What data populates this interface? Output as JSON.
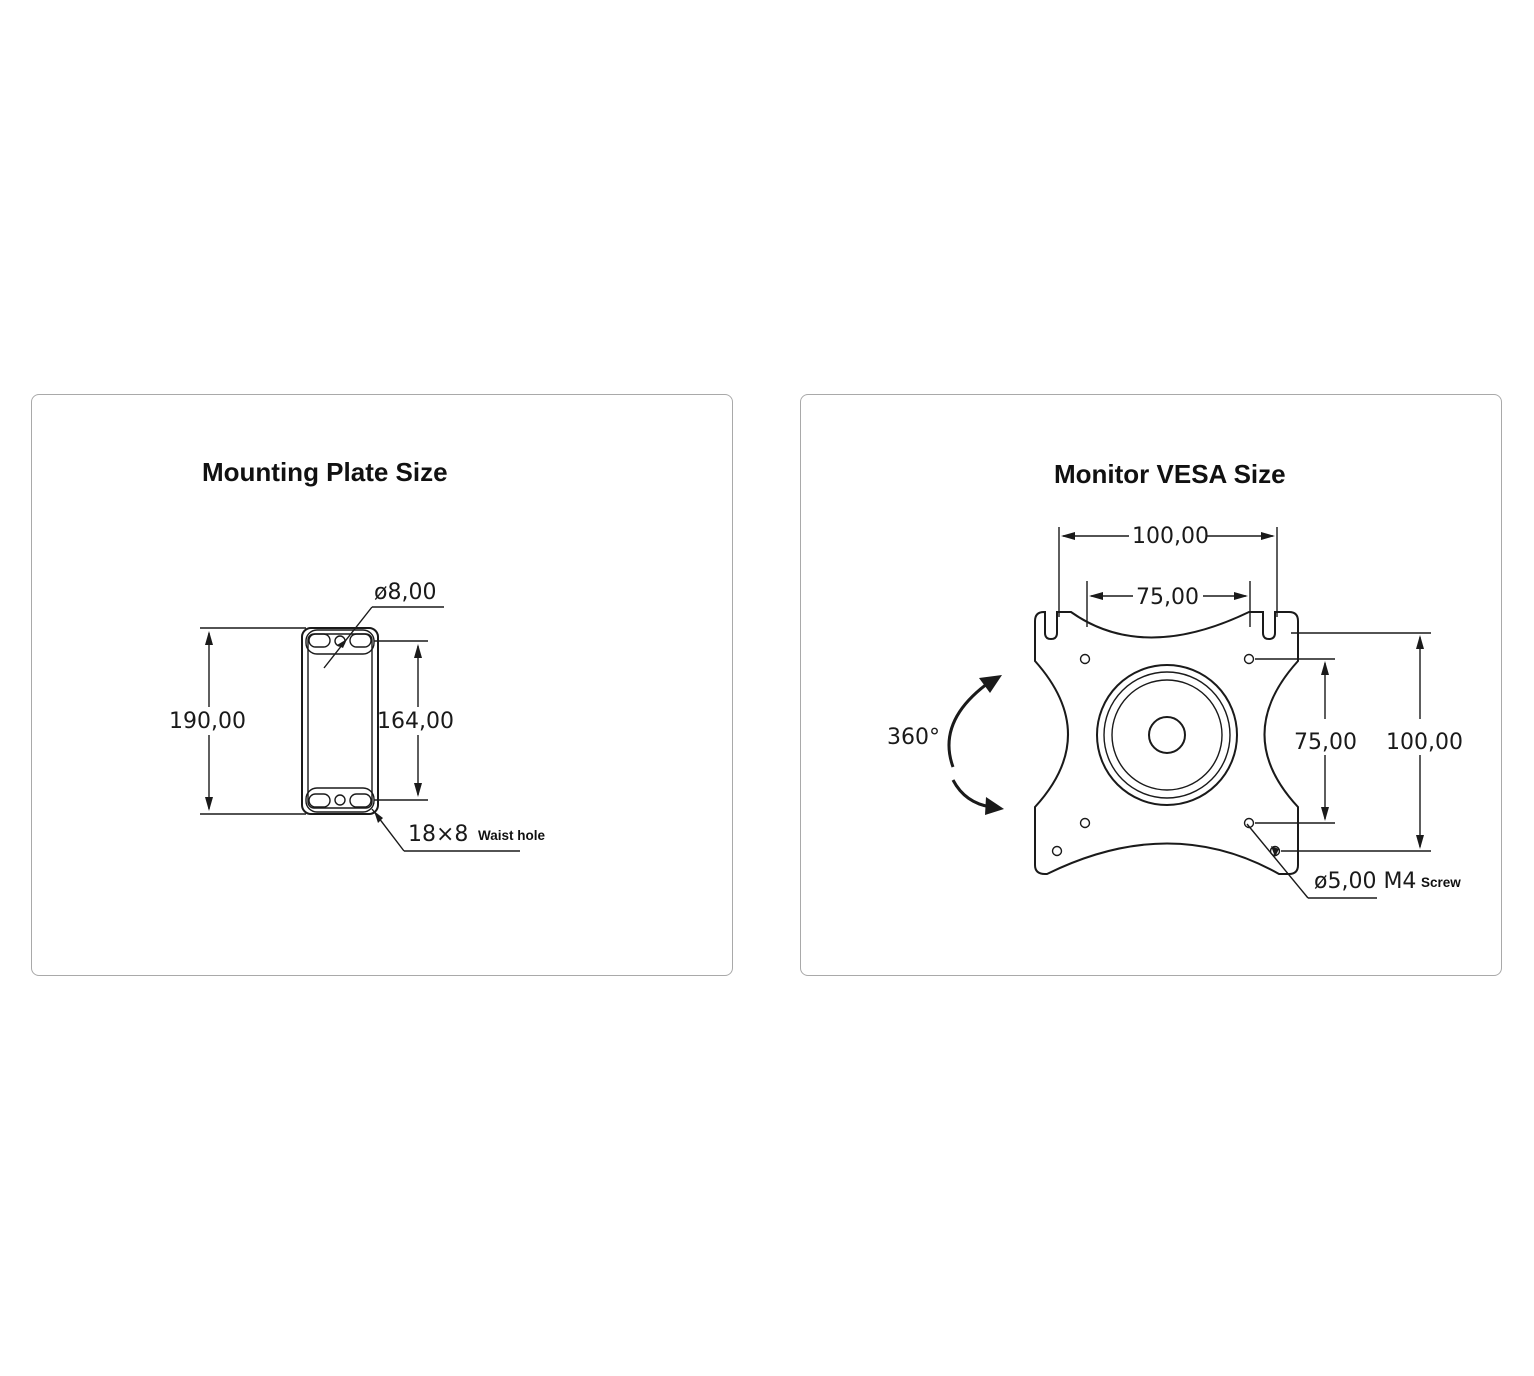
{
  "mounting_plate": {
    "title": "Mounting Plate Size",
    "dim_height": "190,00",
    "dim_inner_height": "164,00",
    "dim_diameter": "ø8,00",
    "dim_slot": "18×8",
    "slot_note": "Waist hole"
  },
  "monitor_vesa": {
    "title": "Monitor VESA Size",
    "dim_top_outer": "100,00",
    "dim_top_inner": "75,00",
    "dim_right_inner": "75,00",
    "dim_right_outer": "100,00",
    "rotation": "360°",
    "hole_diameter": "ø5,00 M4",
    "hole_note": "Screw"
  }
}
